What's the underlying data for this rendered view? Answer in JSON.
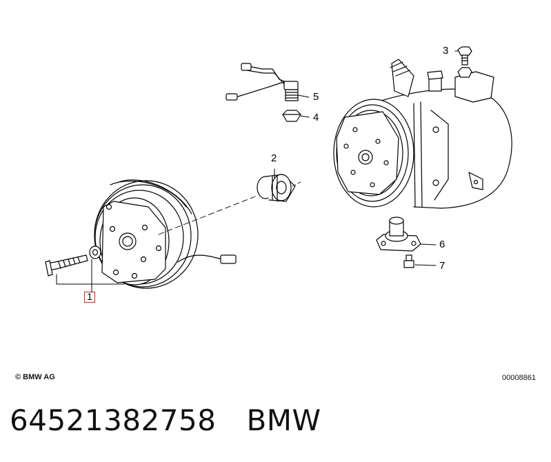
{
  "callouts": {
    "c1": "1",
    "c2": "2",
    "c3": "3",
    "c4": "4",
    "c5": "5",
    "c6": "6",
    "c7": "7"
  },
  "highlight_color": "#d42020",
  "copyright": "© BMW AG",
  "reference_number": "00008861",
  "part_number": "64521382758",
  "brand": "BMW"
}
